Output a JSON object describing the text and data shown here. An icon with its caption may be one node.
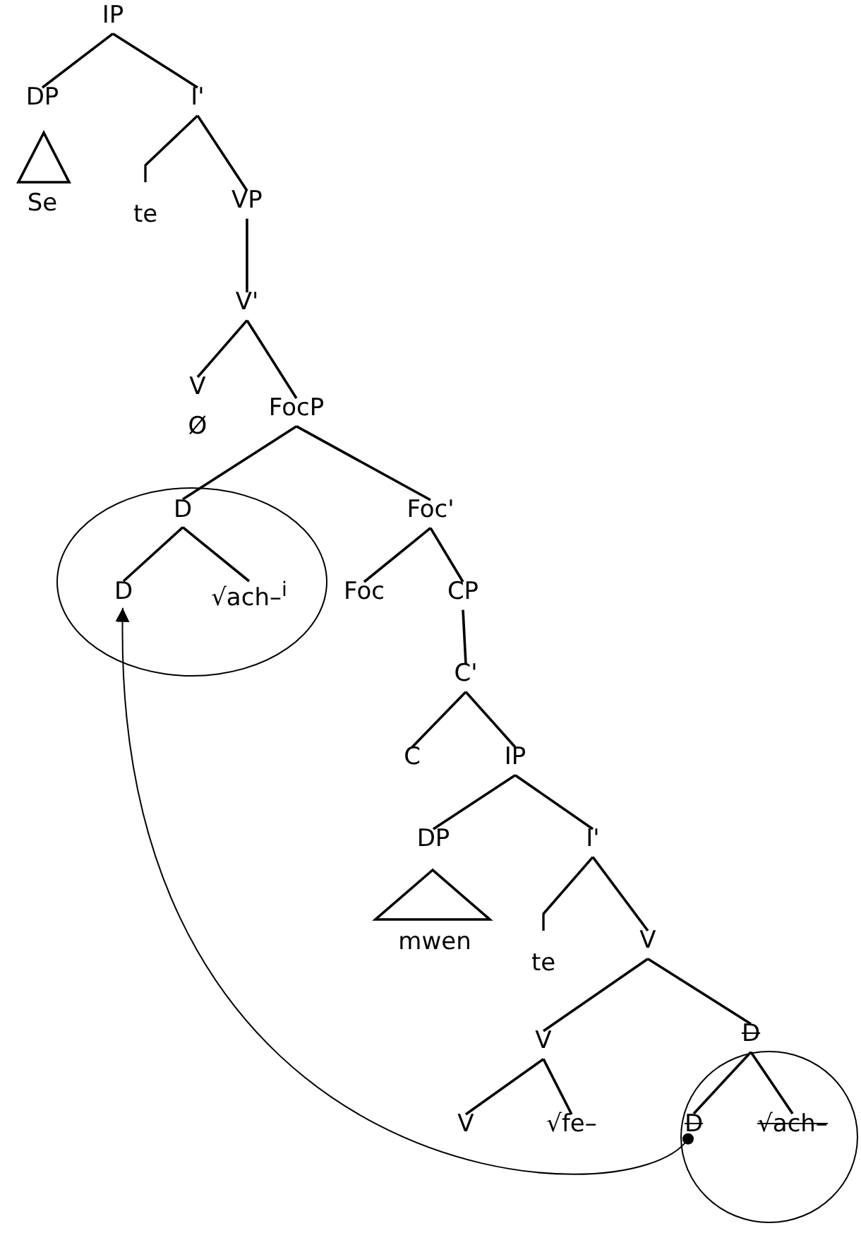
{
  "diagram": {
    "nodes": [
      {
        "text": [
          "IP"
        ]
      },
      {
        "text": [
          "DP"
        ]
      },
      {
        "text": [
          "I'"
        ]
      },
      {
        "text": [
          "Se"
        ]
      },
      {
        "text": [
          "I",
          "te"
        ]
      },
      {
        "text": [
          "VP"
        ]
      },
      {
        "text": [
          "V'"
        ]
      },
      {
        "text": [
          "V",
          "Ø"
        ]
      },
      {
        "text": [
          "FocP"
        ]
      },
      {
        "text": [],
        "shape": "circle"
      },
      {
        "text": [
          "D"
        ],
        "in": 9
      },
      {
        "text": [
          "Foc'"
        ]
      },
      {
        "text": [
          "D"
        ],
        "in": 9
      },
      {
        "text": [
          "√ach–$^{i}$"
        ],
        "in": 9
      },
      {
        "text": [
          "Foc"
        ]
      },
      {
        "text": [
          "CP"
        ]
      },
      {
        "text": [
          "C'"
        ]
      },
      {
        "text": [
          "C"
        ]
      },
      {
        "text": [
          "IP"
        ]
      },
      {
        "text": [
          "DP"
        ]
      },
      {
        "text": [
          "I'"
        ]
      },
      {
        "text": [
          "mwen"
        ]
      },
      {
        "text": [
          "I",
          "te"
        ]
      },
      {
        "text": [
          "V"
        ]
      },
      {
        "text": [
          "V"
        ]
      },
      {
        "text": [],
        "shape": "circle"
      },
      {
        "text": [
          "D"
        ]
      },
      {
        "text": [
          "V"
        ]
      },
      {
        "text": [
          "√fe–"
        ]
      },
      {
        "text": [
          "D"
        ],
        "in": 25
      },
      {
        "text": [
          "√ach–"
        ],
        "in": 25
      },
      {
        "text": [],
        "shape": "triangle"
      },
      {
        "text": [],
        "shape": "triangle"
      }
    ],
    "edges": [
      {
        "from": 0,
        "to": 1,
        "arrow": "none"
      },
      {
        "from": 0,
        "to": 2,
        "arrow": "none"
      },
      {
        "from": 2,
        "to": 4,
        "arrow": "none"
      },
      {
        "from": 2,
        "to": 5,
        "arrow": "none"
      },
      {
        "from": 5,
        "to": 6,
        "arrow": "none"
      },
      {
        "from": 6,
        "to": 7,
        "arrow": "none"
      },
      {
        "from": 6,
        "to": 8,
        "arrow": "none"
      },
      {
        "from": 8,
        "to": 10,
        "arrow": "none"
      },
      {
        "from": 8,
        "to": 11,
        "arrow": "none"
      },
      {
        "from": 10,
        "to": 12,
        "arrow": "none"
      },
      {
        "from": 10,
        "to": 13,
        "arrow": "none"
      },
      {
        "from": 11,
        "to": 14,
        "arrow": "none"
      },
      {
        "from": 11,
        "to": 15,
        "arrow": "none"
      },
      {
        "from": 15,
        "to": 16,
        "arrow": "none"
      },
      {
        "from": 16,
        "to": 17,
        "arrow": "none"
      },
      {
        "from": 16,
        "to": 18,
        "arrow": "none"
      },
      {
        "from": 18,
        "to": 19,
        "arrow": "none"
      },
      {
        "from": 18,
        "to": 20,
        "arrow": "none"
      },
      {
        "from": 20,
        "to": 22,
        "arrow": "none"
      },
      {
        "from": 20,
        "to": 23,
        "arrow": "none"
      },
      {
        "from": 23,
        "to": 24,
        "arrow": "none"
      },
      {
        "from": 23,
        "to": 26,
        "arrow": "none"
      },
      {
        "from": 24,
        "to": 27,
        "arrow": "none"
      },
      {
        "from": 24,
        "to": 28,
        "arrow": "none"
      },
      {
        "from": 26,
        "to": 29,
        "arrow": "none"
      },
      {
        "from": 26,
        "to": 30,
        "arrow": "none"
      },
      {
        "from": 29,
        "to": 12,
        "arrow": "to"
      }
    ]
  }
}
